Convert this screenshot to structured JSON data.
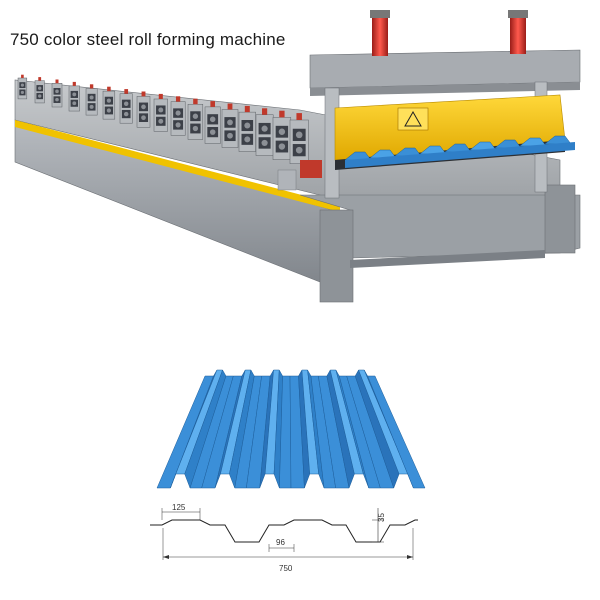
{
  "caption": {
    "title": "750 color steel roll forming machine"
  },
  "profile_drawing": {
    "dim_pitch": "125",
    "dim_top_width": "96",
    "dim_height": "35",
    "dim_total_width": "750"
  },
  "colors": {
    "frame_gray": "#9a9ea3",
    "press_yellow": "#f3c400",
    "cylinder_red": "#d8322b",
    "sheet_blue": "#3a8fd6",
    "roller_dark": "#3c4048",
    "accent_red": "#c0392b"
  }
}
